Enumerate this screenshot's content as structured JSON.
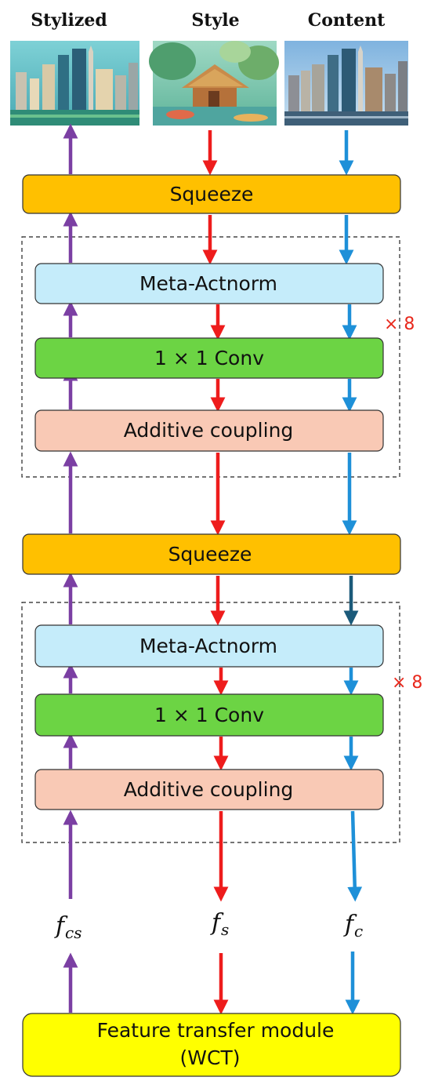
{
  "headers": {
    "stylized": "Stylized",
    "style": "Style",
    "content": "Content"
  },
  "images": {
    "stylized": "stylized-city-painting",
    "style": "style-hut-painting",
    "content": "content-city-photo"
  },
  "blocks": {
    "squeeze_1": "Squeeze",
    "actnorm_1": "Meta-Actnorm",
    "conv_1": "1 × 1 Conv",
    "coupling_1": "Additive coupling",
    "repeat_1": "× 8",
    "squeeze_2": "Squeeze",
    "actnorm_2": "Meta-Actnorm",
    "conv_2": "1 × 1 Conv",
    "coupling_2": "Additive coupling",
    "repeat_2": "× 8"
  },
  "features": {
    "f_cs": {
      "base": "f",
      "sub": "cs"
    },
    "f_s": {
      "base": "f",
      "sub": "s"
    },
    "f_c": {
      "base": "f",
      "sub": "c"
    }
  },
  "wct": {
    "line1": "Feature transfer module",
    "line2": "(WCT)"
  },
  "colors": {
    "purple": "#7b3fa3",
    "red": "#ee1c1c",
    "blue": "#1e90d8",
    "dark_blue": "#1b5a7a",
    "squeeze": "#ffc000",
    "actnorm": "#c5ecfa",
    "conv": "#6cd444",
    "coupling": "#f9c9b5",
    "wct": "#ffff00"
  }
}
